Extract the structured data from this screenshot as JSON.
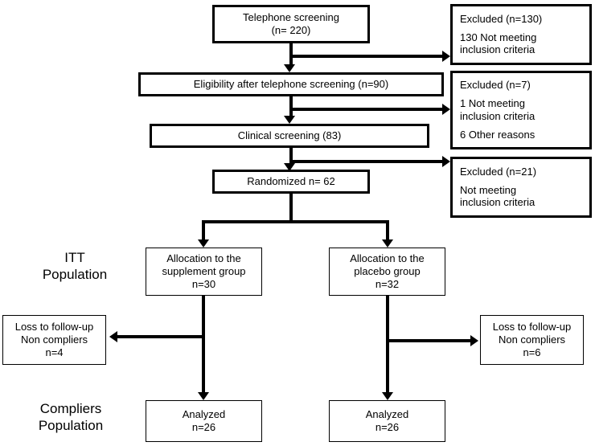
{
  "diagram": {
    "title": "CONSORT participant flow diagram",
    "nodes": {
      "telephone_screening": {
        "line1": "Telephone screening",
        "line2": "(n= 220)"
      },
      "excluded_130": {
        "line1": "Excluded (n=130)",
        "line2": "130 Not meeting",
        "line3": "inclusion criteria"
      },
      "eligibility": {
        "line1": "Eligibility after telephone screening  (n=90)"
      },
      "excluded_7": {
        "line1": "Excluded (n=7)",
        "line2": "1 Not meeting",
        "line3": "inclusion criteria",
        "line4": "6 Other reasons"
      },
      "clinical_screening": {
        "line1": "Clinical  screening (83)"
      },
      "randomized": {
        "line1": "Randomized  n= 62"
      },
      "excluded_21": {
        "line1": "Excluded (n=21)",
        "line2": "Not meeting",
        "line3": "inclusion criteria"
      },
      "allocation_supplement": {
        "line1": "Allocation to the",
        "line2": "supplement group",
        "line3": "n=30"
      },
      "allocation_placebo": {
        "line1": "Allocation to the",
        "line2": "placebo group",
        "line3": "n=32"
      },
      "loss_left": {
        "line1": "Loss to follow-up",
        "line2": "Non compliers",
        "line3": "n=4"
      },
      "loss_right": {
        "line1": "Loss to follow-up",
        "line2": "Non compliers",
        "line3": "n=6"
      },
      "analyzed_left": {
        "line1": "Analyzed",
        "line2": "n=26"
      },
      "analyzed_right": {
        "line1": "Analyzed",
        "line2": "n=26"
      }
    },
    "side_labels": {
      "itt": {
        "line1": "ITT",
        "line2": "Population"
      },
      "compliers": {
        "line1": "Compliers",
        "line2": "Population"
      }
    },
    "colors": {
      "line": "#000000",
      "box_fill": "#ffffff",
      "text": "#000000",
      "background": "#ffffff"
    }
  }
}
